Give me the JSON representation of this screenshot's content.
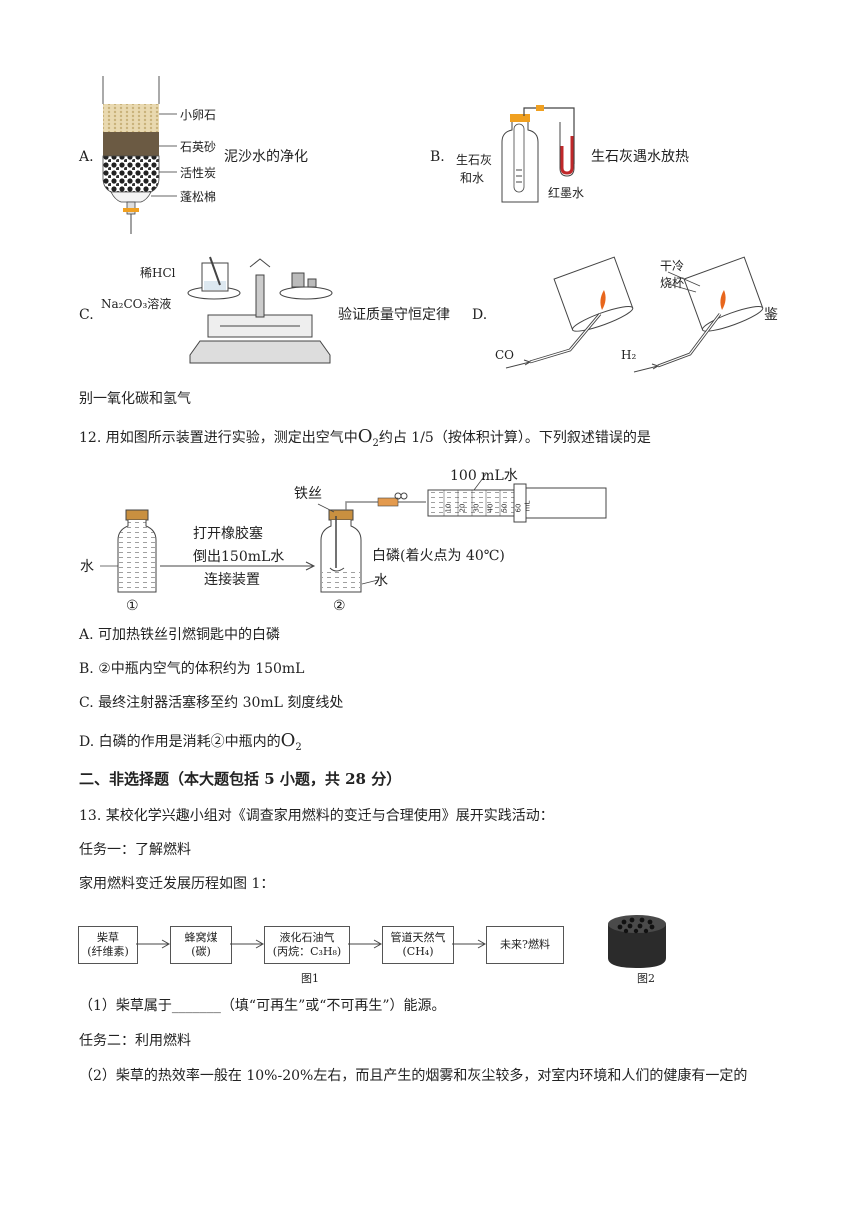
{
  "q11": {
    "optA": {
      "letter": "A.",
      "caption": "泥沙水的净化",
      "labels": [
        "小卵石",
        "石英砂",
        "活性炭",
        "蓬松棉"
      ]
    },
    "optB": {
      "letter": "B.",
      "caption": "生石灰遇水放热",
      "label_lime_1": "生石灰",
      "label_lime_2": "和水",
      "label_ink": "红墨水"
    },
    "optC": {
      "letter": "C.",
      "caption": "验证质量守恒定律",
      "label_hcl": "稀HCl",
      "label_na2co3": "Na₂CO₃溶液"
    },
    "optD": {
      "letter": "D.",
      "caption_tail": "鉴",
      "label_beaker_1": "干冷",
      "label_beaker_2": "烧杯",
      "label_co": "CO",
      "label_h2": "H₂"
    },
    "continuation": "别一氧化碳和氢气"
  },
  "q12": {
    "stem_prefix": "12. 用如图所示装置进行实验，测定出空气中",
    "o2": "O",
    "o2_sub": "2",
    "stem_suffix": "约占 1/5（按体积计算）。下列叙述错误的是",
    "diagram": {
      "label_water_left": "水",
      "step_1": "打开橡胶塞",
      "step_2": "倒出150mL水",
      "step_3": "连接装置",
      "label_wire": "铁丝",
      "label_syringe": "100 mL水",
      "label_phosphorus": "白磷(着火点为 40℃)",
      "label_water_right": "水",
      "circle_1": "①",
      "circle_2": "②",
      "scale_marks": [
        "10",
        "20",
        "30",
        "40",
        "50",
        "60"
      ],
      "scale_unit": "mL"
    },
    "options": {
      "A": "A. 可加热铁丝引燃铜匙中的白磷",
      "B": "B. ②中瓶内空气的体积约为 150mL",
      "C": "C. 最终注射器活塞移至约 30mL 刻度线处",
      "D_prefix": "D. 白磷的作用是消耗②中瓶内的",
      "D_o2": "O",
      "D_o2_sub": "2"
    }
  },
  "section2": {
    "heading": "二、非选择题（本大题包括 5 小题，共 28 分）"
  },
  "q13": {
    "stem": "13. 某校化学兴趣小组对《调查家用燃料的变迁与合理使用》展开实践活动：",
    "task1": "任务一：了解燃料",
    "intro": "家用燃料变迁发展历程如图 1：",
    "flow": [
      {
        "line1": "柴草",
        "line2": "(纤维素)"
      },
      {
        "line1": "蜂窝煤",
        "line2": "(碳)"
      },
      {
        "line1": "液化石油气",
        "line2": "(丙烷：C₃H₈)"
      },
      {
        "line1": "管道天然气",
        "line2": "(CH₄)"
      },
      {
        "line1": "未来?燃料",
        "line2": ""
      }
    ],
    "fig1": "图1",
    "fig2": "图2",
    "q1": "（1）柴草属于_______（填“可再生”或“不可再生”）能源。",
    "task2": "任务二：利用燃料",
    "q2": "（2）柴草的热效率一般在 10%-20%左右，而且产生的烟雾和灰尘较多，对室内环境和人们的健康有一定的"
  }
}
